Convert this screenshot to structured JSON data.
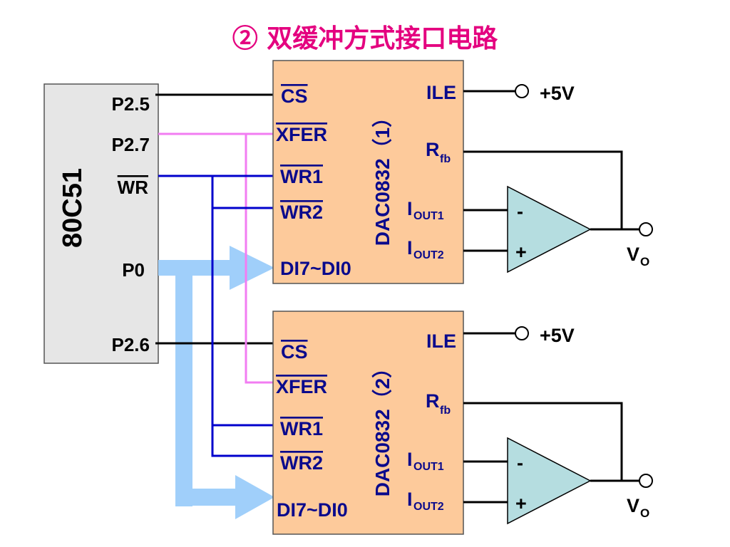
{
  "title": "② 双缓冲方式接口电路",
  "mcu": {
    "label": "80C51",
    "pins": {
      "p25": "P2.5",
      "p27": "P2.7",
      "wr": "WR",
      "p0": "P0",
      "p26": "P2.6"
    }
  },
  "dacs": [
    {
      "name": "DAC0832（1）",
      "cs": "CS",
      "xfer": "XFER",
      "wr1": "WR1",
      "wr2": "WR2",
      "di": "DI7~DI0",
      "ile": "ILE",
      "rfb_main": "R",
      "rfb_sub": "fb",
      "iout1_main": "I",
      "iout1_sub": "OUT1",
      "iout2_main": "I",
      "iout2_sub": "OUT2",
      "supply": "+5V",
      "opamp_minus": "-",
      "opamp_plus": "+",
      "vout_main": "V",
      "vout_sub": "O"
    },
    {
      "name": "DAC0832（2）",
      "cs": "CS",
      "xfer": "XFER",
      "wr1": "WR1",
      "wr2": "WR2",
      "di": "DI7~DI0",
      "ile": "ILE",
      "rfb_main": "R",
      "rfb_sub": "fb",
      "iout1_main": "I",
      "iout1_sub": "OUT1",
      "iout2_main": "I",
      "iout2_sub": "OUT2",
      "supply": "+5V",
      "opamp_minus": "-",
      "opamp_plus": "+",
      "vout_main": "V",
      "vout_sub": "O"
    }
  ],
  "colors": {
    "title": "#e4007f",
    "dac_text": "#0a0a8c",
    "mcu_fill": "#e6e6e6",
    "dac_fill": "#fdca9b",
    "opamp_fill": "#b5dde0",
    "wire_black": "#000000",
    "wire_magenta": "#f27cf2",
    "wire_blue": "#0000cc",
    "bus": "#a0cffa"
  }
}
